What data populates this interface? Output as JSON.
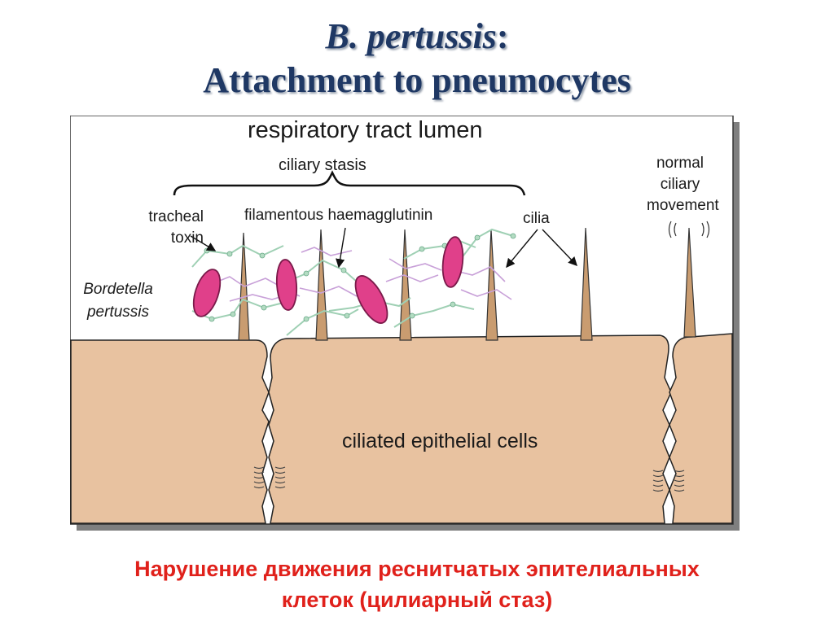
{
  "title": {
    "line1_italic": "B. pertussis",
    "line1_rest": ":",
    "line2": "Attachment to pneumocytes"
  },
  "diagram": {
    "lumen_label": "respiratory tract lumen",
    "ciliary_stasis": "ciliary stasis",
    "normal_movement": [
      "normal",
      "ciliary",
      "movement"
    ],
    "tracheal_toxin": [
      "tracheal",
      "toxin"
    ],
    "filamentous_haemagglutinin": "filamentous haemagglutinin",
    "cilia": "cilia",
    "bordetella": [
      "Bordetella",
      "pertussis"
    ],
    "epithelial_cells": "ciliated epithelial cells",
    "colors": {
      "cell_fill": "#e8c2a0",
      "cilia_fill": "#c99c70",
      "bacterium": "#e0408a",
      "fha_green": "#9fd0b4",
      "toxin_purple": "#c8a0d8",
      "frame_shadow": "#808080"
    }
  },
  "caption": {
    "line1": "Нарушение движения реснитчатых эпителиальных",
    "line2": "клеток (цилиарный стаз)"
  }
}
